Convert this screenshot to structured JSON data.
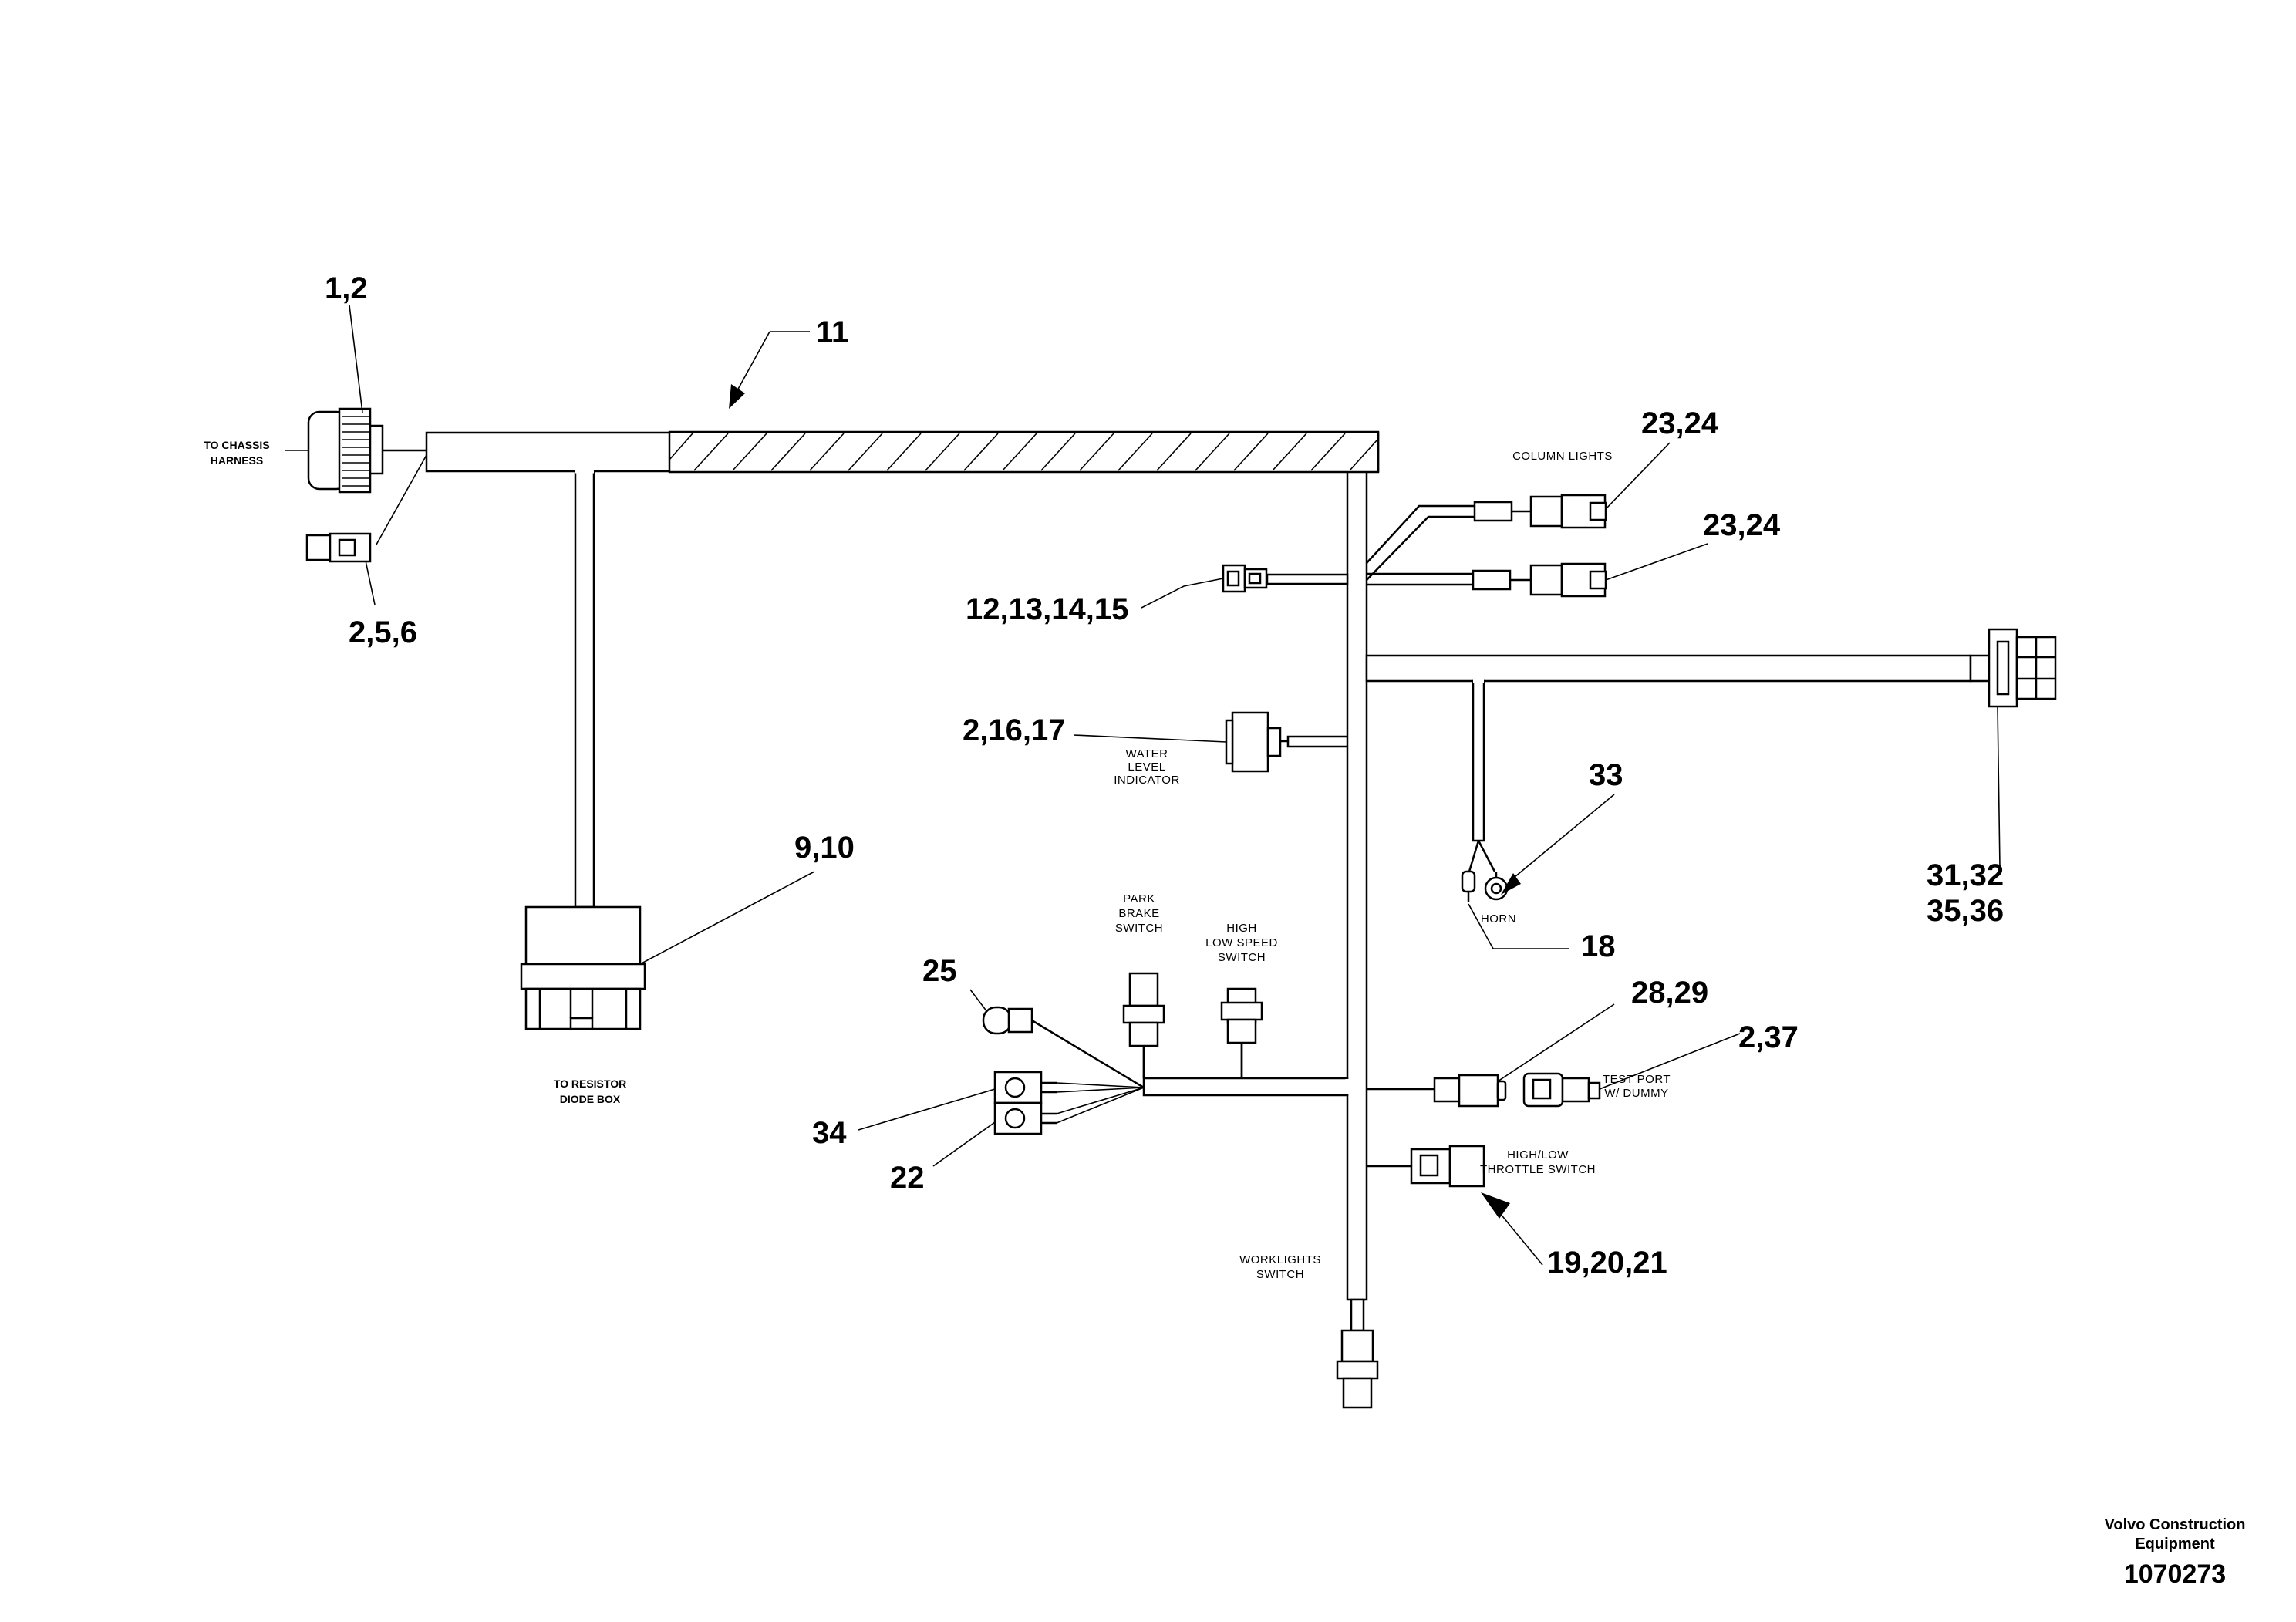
{
  "callouts": {
    "c1_2": "1,2",
    "c2_5_6": "2,5,6",
    "c11": "11",
    "c9_10": "9,10",
    "c23_24_a": "23,24",
    "c23_24_b": "23,24",
    "c12_15": "12,13,14,15",
    "c2_16_17": "2,16,17",
    "c33": "33",
    "c18": "18",
    "c31_32": "31,32",
    "c35_36": "35,36",
    "c25": "25",
    "c28_29": "28,29",
    "c2_37": "2,37",
    "c34": "34",
    "c22": "22",
    "c19_21": "19,20,21"
  },
  "labels": {
    "chassis_1": "TO CHASSIS",
    "chassis_2": "HARNESS",
    "resistor_1": "TO RESISTOR",
    "resistor_2": "DIODE BOX",
    "column_lights": "COLUMN  LIGHTS",
    "water_1": "WATER",
    "water_2": "LEVEL",
    "water_3": "INDICATOR",
    "park_1": "PARK",
    "park_2": "BRAKE",
    "park_3": "SWITCH",
    "speed_1": "HIGH",
    "speed_2": "LOW  SPEED",
    "speed_3": "SWITCH",
    "horn": "HORN",
    "test_1": "TEST  PORT",
    "test_2": "W/  DUMMY",
    "throttle_1": "HIGH/LOW",
    "throttle_2": "THROTTLE  SWITCH",
    "worklights_1": "WORKLIGHTS",
    "worklights_2": "SWITCH"
  },
  "footer": {
    "company_1": "Volvo Construction",
    "company_2": "Equipment",
    "drawing_number": "1070273"
  }
}
